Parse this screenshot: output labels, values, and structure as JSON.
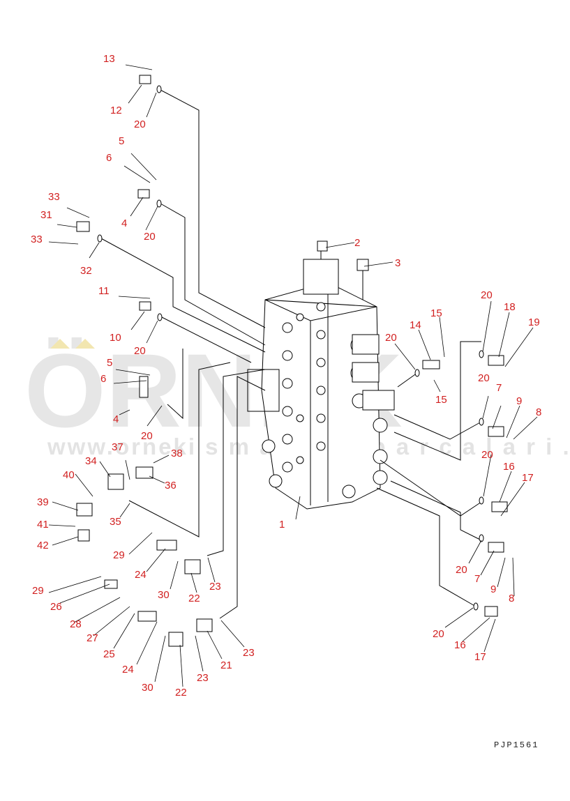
{
  "watermark": {
    "brand": "ÖRNEK",
    "url": "www.orneki s m a k i n a p a r c a l a r i . c o m . t r"
  },
  "drawing_code": "PJP1561",
  "labels": [
    "13",
    "12",
    "20",
    "5",
    "6",
    "4",
    "20",
    "33",
    "31",
    "33",
    "32",
    "2",
    "3",
    "11",
    "10",
    "20",
    "5",
    "6",
    "4",
    "20",
    "20",
    "18",
    "19",
    "15",
    "14",
    "20",
    "20",
    "15",
    "7",
    "9",
    "8",
    "20",
    "16",
    "17",
    "20",
    "7",
    "9",
    "8",
    "20",
    "16",
    "17",
    "37",
    "38",
    "34",
    "36",
    "40",
    "39",
    "41",
    "42",
    "35",
    "1",
    "29",
    "24",
    "30",
    "22",
    "23",
    "29",
    "26",
    "28",
    "27",
    "25",
    "24",
    "21",
    "23",
    "30",
    "22",
    "23"
  ]
}
